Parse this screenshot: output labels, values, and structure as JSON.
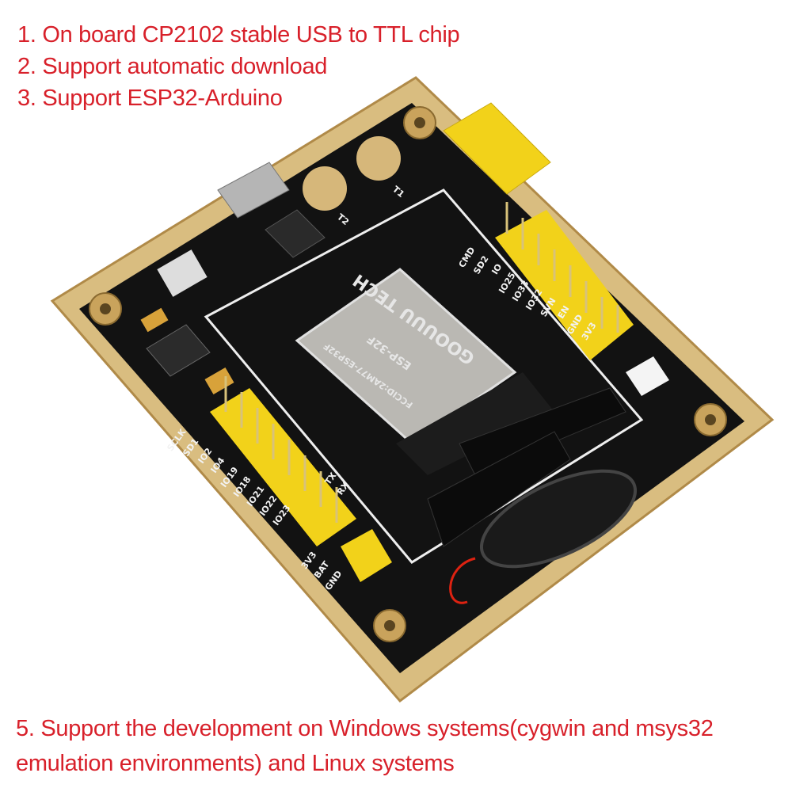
{
  "features": [
    "1. On board CP2102 stable USB to TTL chip",
    "2. Support automatic download",
    "3. Support ESP32-Arduino",
    "5. Support the development on Windows systems(cygwin and msys32 emulation environments) and Linux systems"
  ],
  "board": {
    "module_brand": "GOOUUU TECH",
    "module_model": "ESP-32F",
    "module_fccid": "FCCID:2AM77-ESP32F",
    "touch_pads": [
      "T1",
      "T2"
    ],
    "left_header_labels": [
      "SCLK",
      "SD1",
      "IO2",
      "IO4",
      "IO19",
      "IO18",
      "IO21",
      "IO22",
      "IO23"
    ],
    "right_header_labels": [
      "CMD",
      "SD2",
      "IO",
      "IO25",
      "IO33",
      "IO32",
      "SVN",
      "EN",
      "GND",
      "3V3"
    ],
    "power_labels": [
      "GND",
      "BAT",
      "3V3"
    ],
    "uart_labels": [
      "TX",
      "RX"
    ],
    "colors": {
      "pcb": "#111111",
      "edge": "#c9a35c",
      "header": "#f2d21a",
      "module": "#b9b7b2"
    }
  }
}
